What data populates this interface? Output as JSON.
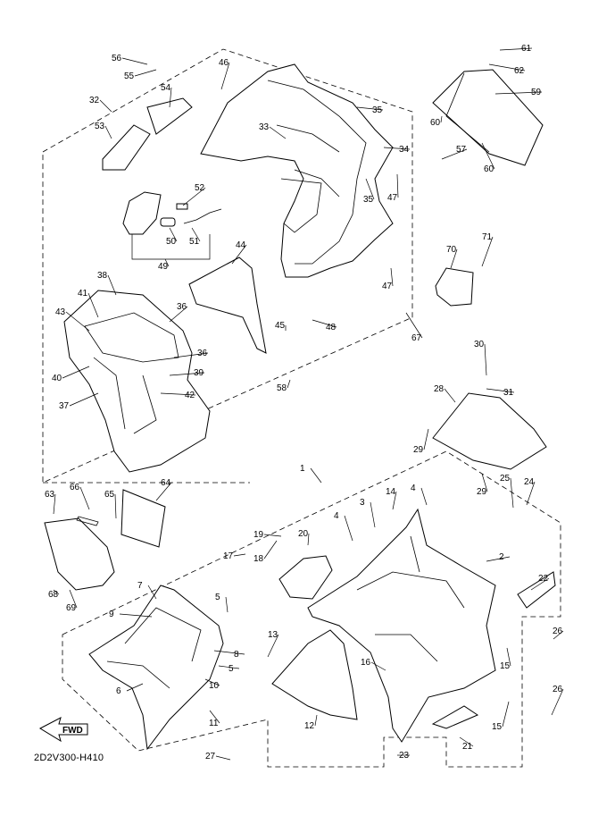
{
  "diagram_code": "2D2V300-H410",
  "fwd_label": "FWD",
  "callouts": [
    "1",
    "2",
    "3",
    "4",
    "4",
    "5",
    "5",
    "6",
    "7",
    "8",
    "9",
    "10",
    "11",
    "12",
    "13",
    "14",
    "15",
    "15",
    "16",
    "17",
    "18",
    "19",
    "20",
    "21",
    "22",
    "23",
    "24",
    "25",
    "26",
    "26",
    "27",
    "28",
    "29",
    "29",
    "30",
    "31",
    "32",
    "33",
    "34",
    "35",
    "35",
    "36",
    "36",
    "37",
    "38",
    "39",
    "40",
    "41",
    "42",
    "43",
    "44",
    "45",
    "46",
    "47",
    "47",
    "48",
    "49",
    "50",
    "51",
    "52",
    "53",
    "54",
    "55",
    "56",
    "57",
    "58",
    "59",
    "60",
    "60",
    "61",
    "62",
    "63",
    "64",
    "65",
    "66",
    "67",
    "68",
    "69",
    "70",
    "71"
  ]
}
